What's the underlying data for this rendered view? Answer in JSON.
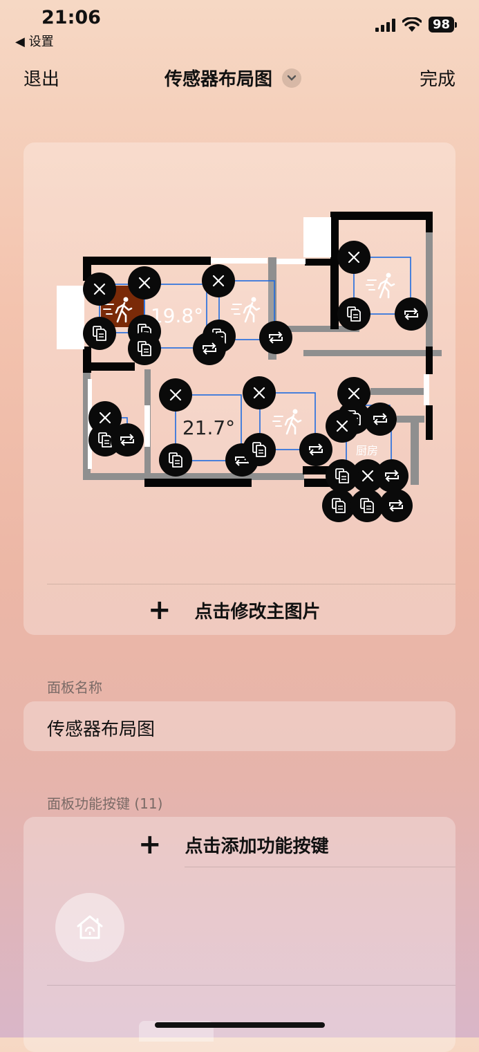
{
  "status": {
    "time": "21:06",
    "back_app": "设置",
    "battery": "98"
  },
  "nav": {
    "left": "退出",
    "title": "传感器布局图",
    "right": "完成"
  },
  "map": {
    "rooms": [
      {
        "temp": "19.8°"
      },
      {
        "temp": "21.7°"
      },
      {
        "label": "厨房"
      }
    ]
  },
  "map_card": {
    "add_label": "点击修改主图片"
  },
  "panel_name": {
    "label": "面板名称",
    "value": "传感器布局图"
  },
  "panel_buttons": {
    "label": "面板功能按键 (11)",
    "add_label": "点击添加功能按键"
  },
  "icons": {
    "delete": "close-icon",
    "copy": "copy-icon",
    "replace": "repeat-icon",
    "motion": "motion-sensor-icon",
    "home": "home-icon"
  }
}
